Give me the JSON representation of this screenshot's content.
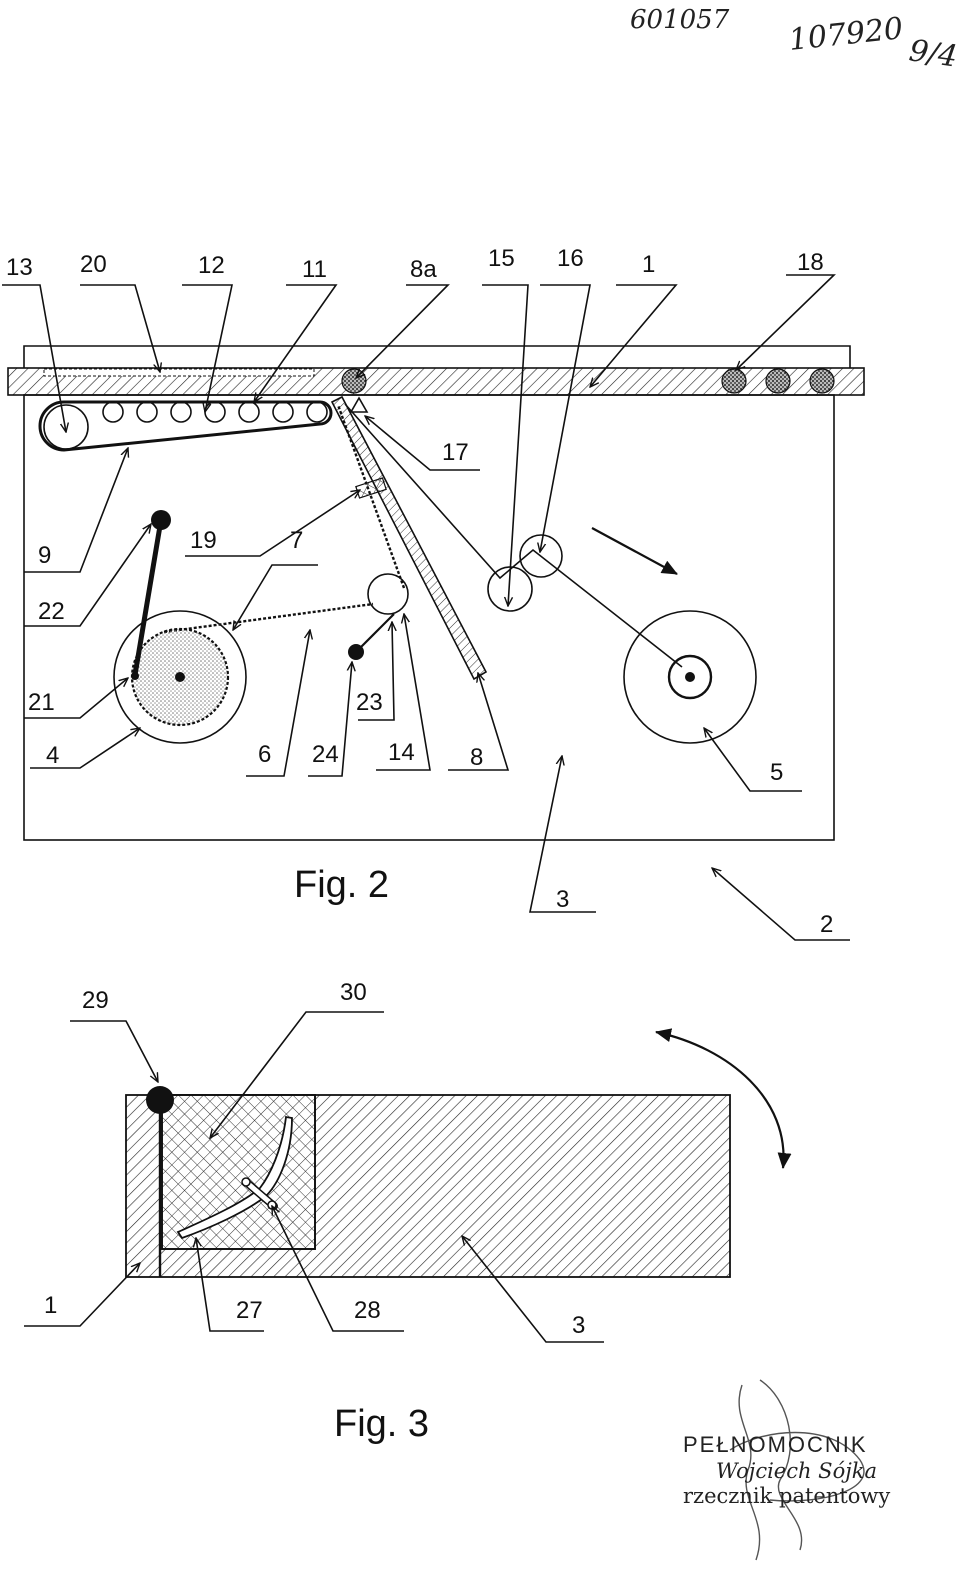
{
  "header": {
    "handwritten_left": "601057",
    "handwritten_right": "107920",
    "sheet": "9/4"
  },
  "fig2": {
    "caption": "Fig. 2",
    "labels": {
      "l13": "13",
      "l20": "20",
      "l12": "12",
      "l11": "11",
      "l8a": "8a",
      "l15": "15",
      "l16": "16",
      "l1": "1",
      "l18": "18",
      "l17": "17",
      "l9": "9",
      "l19": "19",
      "l7": "7",
      "l22": "22",
      "l21": "21",
      "l4": "4",
      "l6": "6",
      "l24": "24",
      "l23": "23",
      "l14": "14",
      "l8": "8",
      "l5": "5",
      "l3": "3",
      "l2": "2"
    }
  },
  "fig3": {
    "caption": "Fig. 3",
    "labels": {
      "l29": "29",
      "l30": "30",
      "l1": "1",
      "l27": "27",
      "l28": "28",
      "l3": "3"
    }
  },
  "stamp": {
    "title": "PEŁNOMOCNIK",
    "name": "Wojciech Sójka",
    "role": "rzecznik patentowy"
  }
}
